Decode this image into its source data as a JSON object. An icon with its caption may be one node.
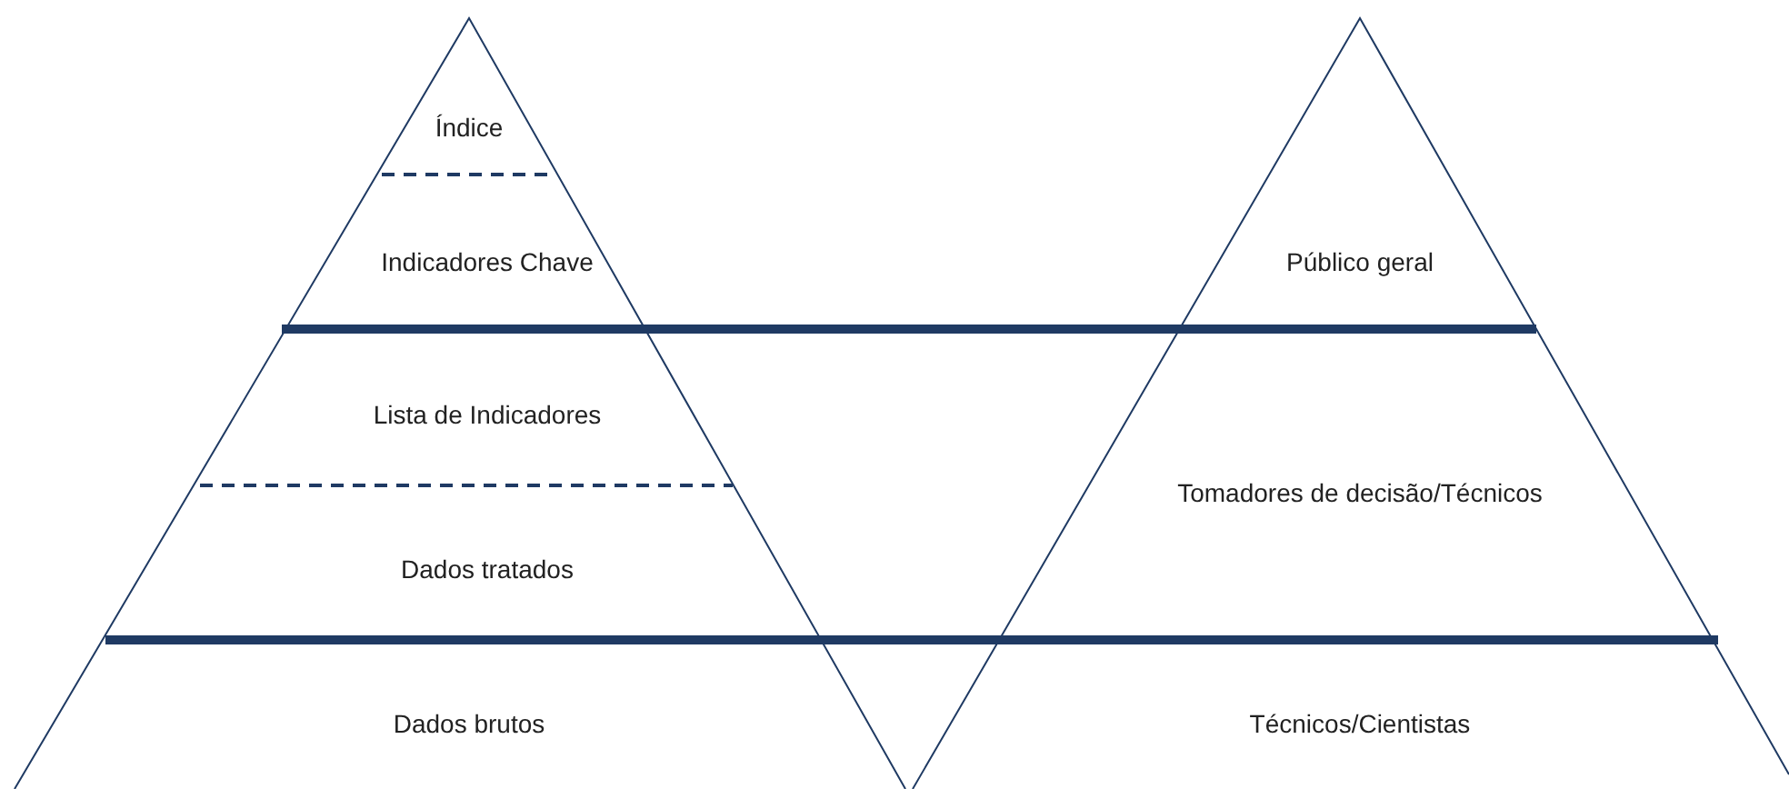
{
  "diagram": {
    "labels": [
      "Índice",
      "Indicadores Chave",
      "Público geral",
      "Lista de Indicadores",
      "Tomadores de decisão/Técnicos",
      "Dados tratados",
      "Dados brutos",
      "Técnicos/Cientistas"
    ]
  }
}
